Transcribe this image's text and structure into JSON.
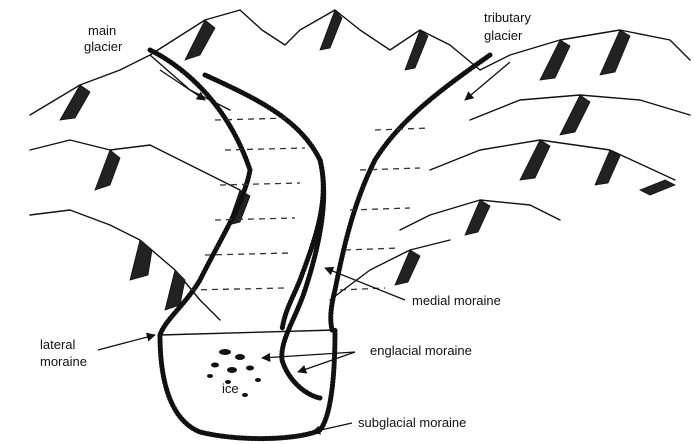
{
  "labels": {
    "main_glacier_line1": "main",
    "main_glacier_line2": "glacier",
    "tributary_glacier_line1": "tributary",
    "tributary_glacier_line2": "glacier",
    "medial_moraine": "medial moraine",
    "lateral_moraine_line1": "lateral",
    "lateral_moraine_line2": "moraine",
    "englacial_moraine": "englacial moraine",
    "ice": "ice",
    "subglacial_moraine": "subglacial moraine"
  }
}
